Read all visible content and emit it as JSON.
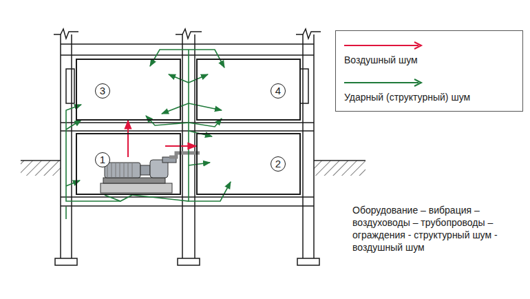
{
  "diagram": {
    "nodes": [
      {
        "text": [
          "3"
        ]
      },
      {
        "text": [
          "4"
        ]
      },
      {
        "text": [
          "1"
        ]
      },
      {
        "text": [
          "2"
        ]
      }
    ],
    "edges": [
      {
        "from": 2,
        "to": 3,
        "arrow": "to"
      },
      {
        "from": 2,
        "to": 0,
        "arrow": "to"
      }
    ],
    "labels": [
      "Оборудование – вибрация – воздуховоды – трубопроводы – ограждения - структурный шум - воздушный шум"
    ],
    "legend": [
      {
        "text": "Воздушный шум"
      },
      {
        "text": "Ударный (структурный) шум"
      }
    ]
  }
}
